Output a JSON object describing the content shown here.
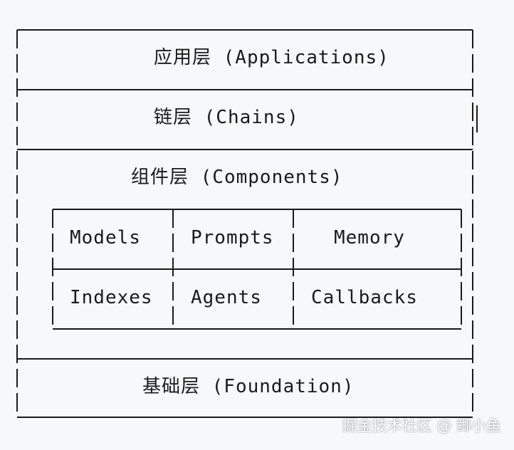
{
  "diagram": {
    "layers": {
      "applications": "应用层 (Applications)",
      "chains": "链层 (Chains)",
      "components": "组件层 (Components)",
      "foundation": "基础层 (Foundation)"
    },
    "components": [
      [
        "Models",
        "Prompts",
        "Memory"
      ],
      [
        "Indexes",
        "Agents",
        "Callbacks"
      ]
    ]
  },
  "watermark": "掘金技术社区 @ 鲫小鱼"
}
